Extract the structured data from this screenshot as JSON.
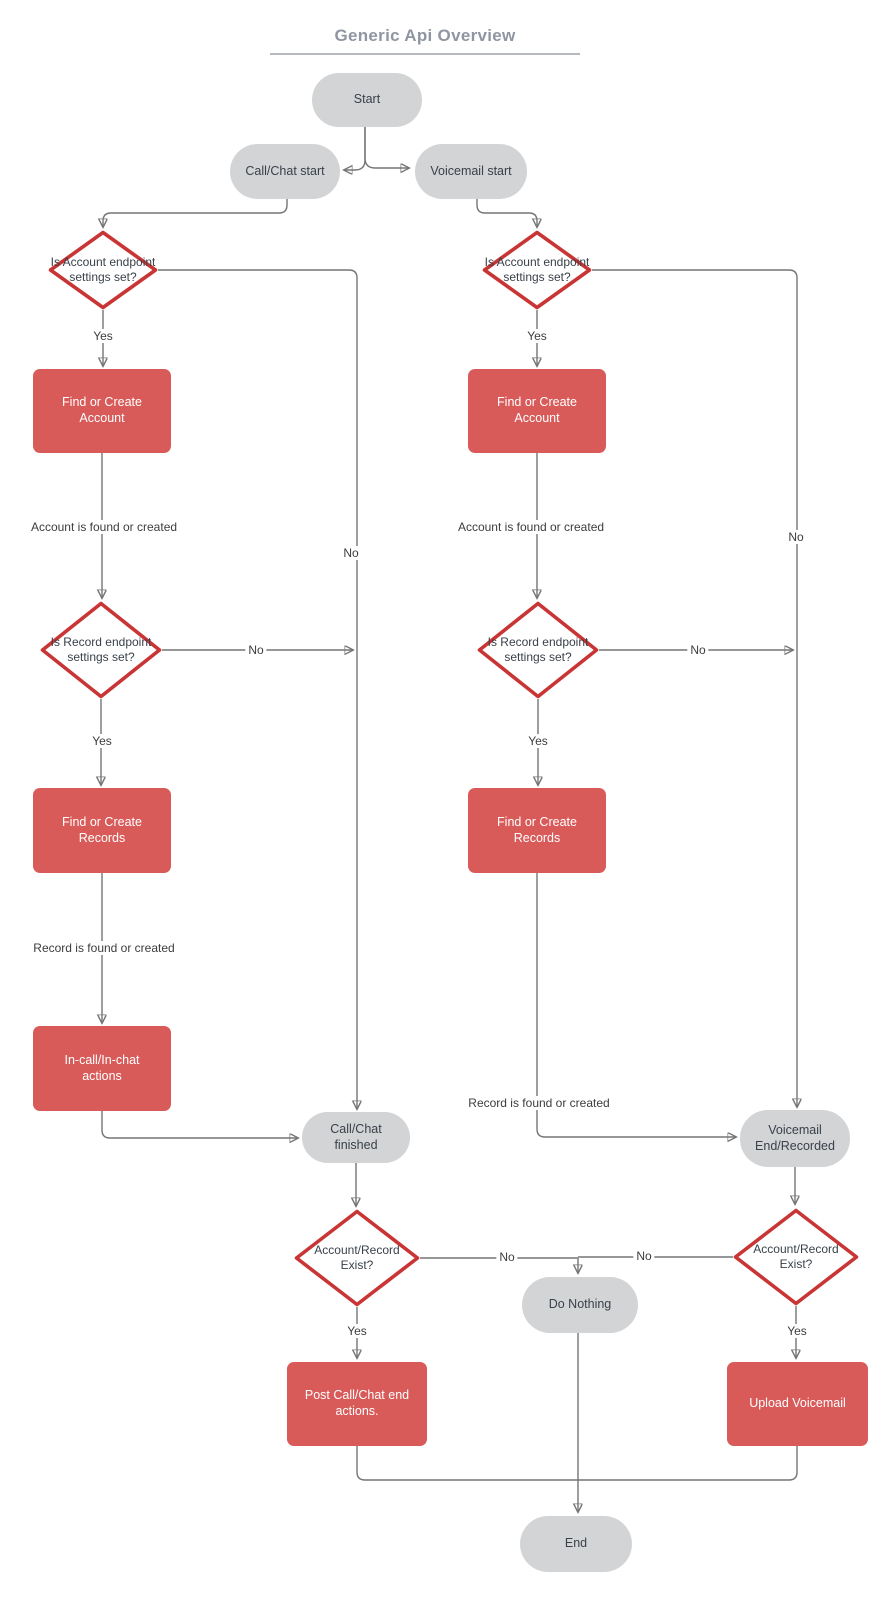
{
  "title": "Generic Api Overview",
  "colors": {
    "process_fill": "#d85b59",
    "decision_border": "#c93434",
    "terminal_fill": "#d2d4d6",
    "edge_stroke": "#757575",
    "arrowhead": "#2e2e2e",
    "title_text": "#9096a1",
    "node_text": "#3a414a"
  },
  "nodes": {
    "start": {
      "label": "Start"
    },
    "call_chat_start": {
      "label": "Call/Chat start"
    },
    "voicemail_start": {
      "label": "Voicemail start"
    },
    "is_account_left": {
      "label": "Is Account endpoint settings set?"
    },
    "is_account_right": {
      "label": "Is Account endpoint settings set?"
    },
    "find_account_left": {
      "label": "Find or Create Account"
    },
    "find_account_right": {
      "label": "Find or Create Account"
    },
    "is_record_left": {
      "label": "Is Record endpoint settings set?"
    },
    "is_record_right": {
      "label": "Is Record endpoint settings set?"
    },
    "find_records_left": {
      "label": "Find or Create Records"
    },
    "find_records_right": {
      "label": "Find or Create Records"
    },
    "in_call_actions": {
      "label": "In-call/In-chat actions"
    },
    "call_chat_finished": {
      "label": "Call/Chat finished"
    },
    "voicemail_end": {
      "label": "Voicemail End/Recorded"
    },
    "exist_left": {
      "label": "Account/Record Exist?"
    },
    "exist_right": {
      "label": "Account/Record Exist?"
    },
    "do_nothing": {
      "label": "Do Nothing"
    },
    "post_call_actions": {
      "label": "Post Call/Chat end actions."
    },
    "upload_voicemail": {
      "label": "Upload Voicemail"
    },
    "end": {
      "label": "End"
    }
  },
  "edge_labels": {
    "l_acct_yes": "Yes",
    "r_acct_yes": "Yes",
    "l_acct_no": "No",
    "r_acct_no": "No",
    "l_acct_found": "Account is found or created",
    "r_acct_found": "Account is found or created",
    "l_rec_no": "No",
    "r_rec_no": "No",
    "l_rec_yes": "Yes",
    "r_rec_yes": "Yes",
    "l_rec_found": "Record is found or created",
    "r_rec_found": "Record is found or created",
    "l_exist_no": "No",
    "r_exist_no": "No",
    "l_exist_yes": "Yes",
    "r_exist_yes": "Yes"
  }
}
